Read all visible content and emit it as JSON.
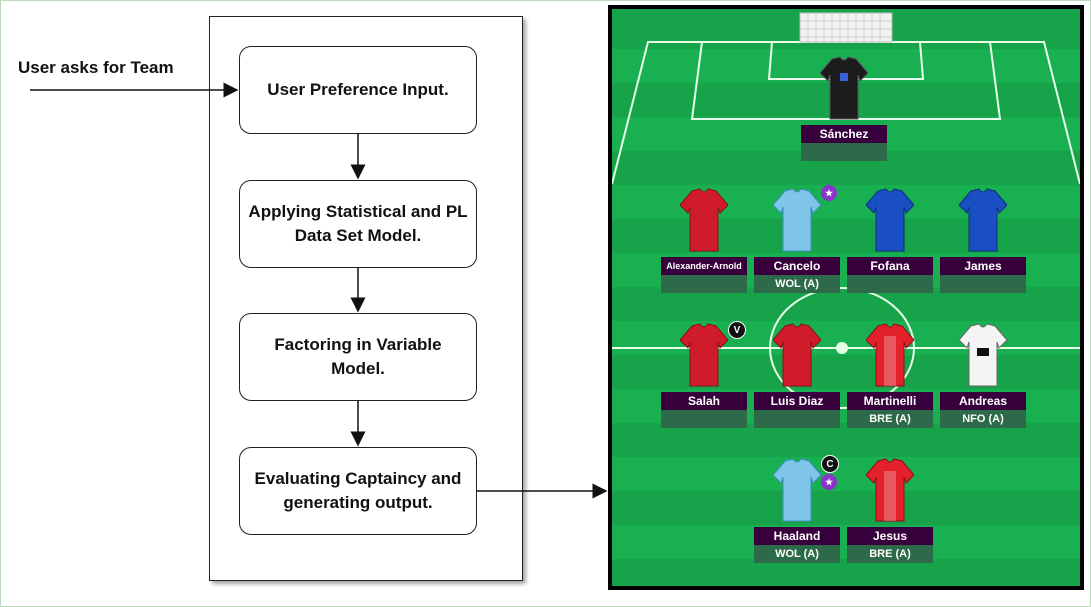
{
  "flow": {
    "input_label": "User asks for Team",
    "steps": [
      {
        "text": "User Preference Input."
      },
      {
        "text": "Applying Statistical and PL Data Set Model."
      },
      {
        "text": "Factoring in Variable Model."
      },
      {
        "text": "Evaluating Captaincy and generating output."
      }
    ]
  },
  "pitch": {
    "goalkeeper": {
      "name": "Sánchez",
      "fixture": "",
      "kit": "gk"
    },
    "defenders": [
      {
        "name": "Alexander-Arnold",
        "fixture": "",
        "kit": "liverpool"
      },
      {
        "name": "Cancelo",
        "fixture": "WOL (A)",
        "kit": "mancity",
        "badge": "star-icon"
      },
      {
        "name": "Fofana",
        "fixture": "",
        "kit": "chelsea"
      },
      {
        "name": "James",
        "fixture": "",
        "kit": "chelsea"
      }
    ],
    "midfielders": [
      {
        "name": "Salah",
        "fixture": "",
        "kit": "liverpool",
        "badge_text": "V"
      },
      {
        "name": "Luis Diaz",
        "fixture": "",
        "kit": "liverpool"
      },
      {
        "name": "Martinelli",
        "fixture": "BRE (A)",
        "kit": "arsenal"
      },
      {
        "name": "Andreas",
        "fixture": "NFO (A)",
        "kit": "fulham"
      }
    ],
    "forwards": [
      {
        "name": "Haaland",
        "fixture": "WOL (A)",
        "kit": "mancity",
        "badge_text": "C"
      },
      {
        "name": "Jesus",
        "fixture": "BRE (A)",
        "kit": "arsenal"
      }
    ],
    "colors": {
      "grass": "#16a34a",
      "grass_stripe": "#19b052",
      "nameplate": "#37003c",
      "fixture": "#2c6a4a"
    }
  }
}
